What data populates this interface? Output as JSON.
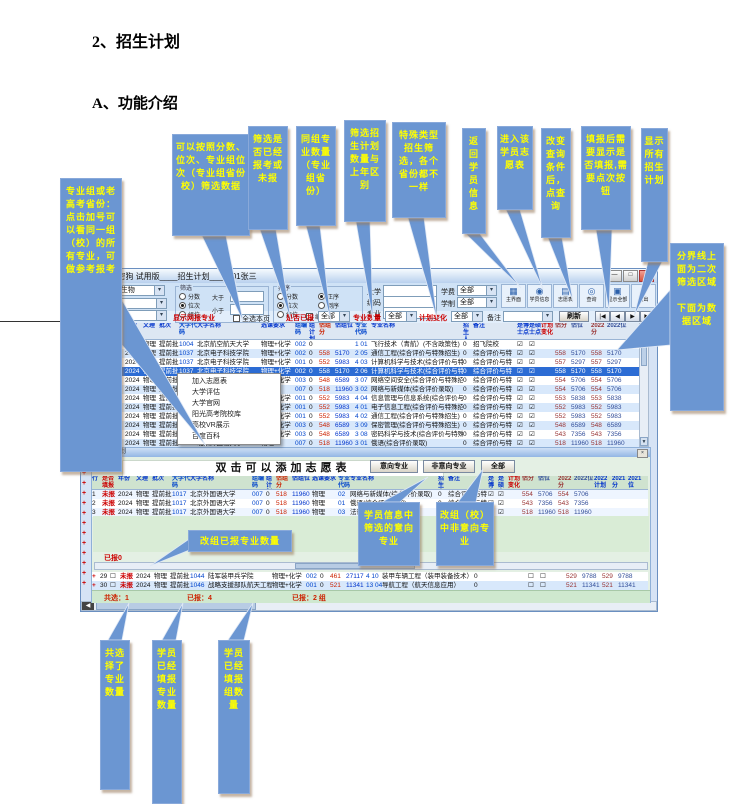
{
  "doc": {
    "heading1": "2、招生计划",
    "heading2": "A、功能介绍"
  },
  "colors": {
    "callout_bg": "#6b96d2",
    "callout_text": "#ffff00",
    "selected_row_bg": "#2c6cd4",
    "header_text_blue": "#0033cc",
    "alert_red": "#cc0000",
    "row_alt_blue": "#d8e8fb",
    "panel_green": "#d9ecd6"
  },
  "callouts": {
    "k1": "专业组或老高考省份：点击加号可以看同一组（校）的所有专业，可做参考报考",
    "k2": "可以按照分数、位次、专业组位次（专业组省份校）筛选数据",
    "k3": "筛选是否已经报考或未报",
    "k4": "同组专业数量（专业组省份）",
    "k5": "筛选招生计划数量与上年区别",
    "k6": "特殊类型招生筛选，各个省份都不一样",
    "k7": "返回学员信息",
    "k8": "进入该学员志愿表",
    "k9": "改变查询条件后，点查询",
    "k10": "填报后需要显示是否填报,需要点次按钮",
    "k11": "显示所有招生计划",
    "k12": "分界线上面为二次筛选区域\n\n下面为数据区域",
    "k13": "改组已报专业数量",
    "k14": "学员信息中筛选的意向专业",
    "k15": "改组（校）中非意向专业",
    "k16": "共选择了专业数量",
    "k17": "学员已经填报专业数量",
    "k18": "学员已经填报组数量"
  },
  "app": {
    "title": "理_加密狗 试用版____招生计划___0001张三",
    "controls": {
      "min": "—",
      "max": "□",
      "close": "×"
    },
    "filters": {
      "subject": "理 化学 生物",
      "group_combo": "全部",
      "batch_combo": "全部",
      "filter_group": {
        "title": "筛选",
        "radios": [
          "分数",
          "位次",
          "组位"
        ],
        "gt": "大于",
        "lt": "小于"
      },
      "sort_group": {
        "title": "排序",
        "radios": [
          "分数",
          "位次",
          "组位"
        ],
        "orders": [
          "正序",
          "倒序"
        ],
        "number_exclude": "编号排除"
      },
      "university_label": "大学",
      "code_label": "编码",
      "major_label": "专业",
      "tuition_label": "学费",
      "tuition_value": "全部",
      "duration_label": "学制",
      "duration_value": "全部",
      "buttons": [
        "主界面",
        "学员信息",
        "志愿表",
        "查询",
        "显示全部",
        "退出"
      ],
      "icons": [
        "▦",
        "◉",
        "▤",
        "◎",
        "▣",
        "►"
      ],
      "refresh": "刷新",
      "nav": [
        "|◀",
        "◀",
        "▶",
        "▶|"
      ],
      "show_filed": "显示网报专业",
      "select_all_page": "全选本页",
      "filed_label": "是否已报",
      "filed_value": "全部",
      "major_count_label": "专业数量",
      "major_count_value": "全部",
      "plan_change_label": "计划变化",
      "plan_change_value": "全部",
      "remark_label": "备注"
    },
    "table1": {
      "headers": [
        "",
        "行",
        "选",
        "是否填报",
        "年份",
        "文理",
        "批次",
        "大学代码",
        "大学名称",
        "选课要求",
        "组编码",
        "组计划",
        "估组分",
        "估组位",
        "专业代码",
        "专业名称",
        "招生人数",
        "备注",
        "是博士点",
        "是硕士点",
        "计划变化",
        "估分",
        "估位",
        "2022分",
        "2022位"
      ],
      "rows": [
        {
          "c": [
            "+",
            "1",
            "☐",
            "未报",
            "2024",
            "物理",
            "提前批",
            "1004",
            "北京航空航天大学",
            "物理+化学",
            "002",
            "0",
            "",
            "",
            "1 01",
            "飞行技术（青航）(不含政策性)",
            "0",
            "招飞院校",
            "☑",
            "☑",
            "",
            "",
            "",
            "",
            ""
          ]
        },
        {
          "c": [
            "+",
            "2",
            "☑",
            "未报",
            "2024",
            "物理",
            "提前批",
            "1037",
            "北京电子科技学院",
            "物理+化学",
            "002",
            "0",
            "558",
            "5170",
            "2 05",
            "通信工程(综合评价与特殊招生)",
            "0",
            "综合评价与特",
            "☑",
            "☑",
            "",
            "558",
            "5170",
            "558",
            "5170"
          ]
        },
        {
          "c": [
            "+",
            "3",
            "☑",
            "未报",
            "2024",
            "物理",
            "提前批",
            "1037",
            "北京电子科技学院",
            "物理+化学",
            "001",
            "0",
            "552",
            "5983",
            "4 03",
            "计算机科学与技术(综合评价与特殊)",
            "0",
            "综合评价与特",
            "☑",
            "☑",
            "",
            "557",
            "5297",
            "557",
            "5297"
          ]
        },
        {
          "cls": "sel",
          "c": [
            "+",
            "4",
            "☑",
            "未报",
            "2024",
            "物理",
            "提前批",
            "1037",
            "北京电子科技学院",
            "物理+化学",
            "002",
            "0",
            "558",
            "5170",
            "2 06",
            "计算机科学与技术(综合评价与特殊)",
            "0",
            "综合评价与特",
            "☑",
            "☑",
            "",
            "558",
            "5170",
            "558",
            "5170"
          ]
        },
        {
          "c": [
            "+",
            "5",
            "☐",
            "未报",
            "2024",
            "物理",
            "提前批",
            "1037",
            "北京电子科技学院",
            "物理+化学",
            "003",
            "0",
            "548",
            "6589",
            "3 07",
            "网络空间安全(综合评价与特殊招生)",
            "0",
            "综合评价与特",
            "☑",
            "☑",
            "",
            "554",
            "5706",
            "554",
            "5706"
          ]
        },
        {
          "c": [
            "+",
            "6",
            "☐",
            "未报",
            "2024",
            "物理",
            "提前批",
            "1017",
            "北京外国语大学",
            "物理",
            "007",
            "0",
            "518",
            "11960",
            "3 02",
            "网络与新媒体(综合评价录取)",
            "0",
            "综合评价与特",
            "☑",
            "☑",
            "",
            "554",
            "5706",
            "554",
            "5706"
          ]
        },
        {
          "c": [
            "+",
            "7",
            "☐",
            "未报",
            "2024",
            "物理",
            "提前批",
            "1037",
            "北京电子科技学院",
            "物理+化学",
            "001",
            "0",
            "552",
            "5983",
            "4 04",
            "信息管理与信息系统(综合评价与特)",
            "0",
            "综合评价与特",
            "☑",
            "☑",
            "",
            "553",
            "5838",
            "553",
            "5838"
          ]
        },
        {
          "c": [
            "+",
            "8",
            "☐",
            "未报",
            "2024",
            "物理",
            "提前批",
            "1037",
            "北京电子科技学院",
            "物理+化学",
            "001",
            "0",
            "552",
            "5983",
            "4 01",
            "电子信息工程(综合评价与特殊招生)",
            "0",
            "综合评价与特",
            "☑",
            "☑",
            "",
            "552",
            "5983",
            "552",
            "5983"
          ]
        },
        {
          "c": [
            "+",
            "9",
            "☐",
            "未报",
            "2024",
            "物理",
            "提前批",
            "1037",
            "北京电子科技学院",
            "物理+化学",
            "001",
            "0",
            "552",
            "5983",
            "4 02",
            "通信工程(综合评价与特殊招生)",
            "0",
            "综合评价与特",
            "☑",
            "☑",
            "",
            "552",
            "5983",
            "552",
            "5983"
          ]
        },
        {
          "c": [
            "+",
            "10",
            "☐",
            "未报",
            "2024",
            "物理",
            "提前批",
            "1037",
            "北京电子科技学院",
            "物理+化学",
            "003",
            "0",
            "548",
            "6589",
            "3 09",
            "保密管理(综合评价与特殊招生)",
            "0",
            "综合评价与特",
            "☑",
            "☑",
            "",
            "548",
            "6589",
            "548",
            "6589"
          ]
        },
        {
          "c": [
            "+",
            "11",
            "☐",
            "未报",
            "2024",
            "物理",
            "提前批",
            "1037",
            "北京电子科技学院",
            "物理+化学",
            "003",
            "0",
            "548",
            "6589",
            "3 08",
            "密码科学与技术(综合评价与特殊招生)",
            "0",
            "综合评价与特",
            "☑",
            "☑",
            "",
            "543",
            "7356",
            "543",
            "7356"
          ]
        },
        {
          "c": [
            "+",
            "12",
            "☐",
            "未报",
            "2024",
            "物理",
            "提前批",
            "1017",
            "北京外国语大学",
            "物理",
            "007",
            "0",
            "518",
            "11960",
            "3 01",
            "俄语(综合评价录取)",
            "0",
            "综合评价与特",
            "☑",
            "☑",
            "",
            "518",
            "11960",
            "518",
            "11960"
          ]
        }
      ]
    },
    "context_menu": {
      "items": [
        "加入志愿表",
        "大学评估",
        "大学官网",
        "阳光高考院校库",
        "高校VR展示",
        "百度百科"
      ]
    },
    "plus_strip": [
      [
        "+"
      ],
      [
        "+"
      ],
      [
        "+"
      ],
      [
        "+"
      ],
      [
        "+"
      ],
      [
        "+"
      ],
      [
        "+"
      ],
      [
        "+"
      ],
      [
        "+"
      ],
      [
        "+"
      ],
      [
        "+"
      ],
      [
        "+"
      ],
      [
        "+"
      ],
      [
        "+"
      ]
    ],
    "panel2": {
      "title": "招生计划",
      "close": "×",
      "hint": "双击可以添加志愿表",
      "btn_intent": "意向专业",
      "btn_not_intent": "非意向专业",
      "btn_all": "全部",
      "table": {
        "headers": [
          "行",
          "是否填报",
          "年份",
          "文理",
          "批次",
          "大学代码",
          "大学名称",
          "组编码",
          "组计划",
          "估组分",
          "估组位",
          "选课要求",
          "专业代码",
          "专业名称",
          "招生人数",
          "备注",
          "是博士点",
          "是硕士点",
          "计划变化",
          "估分",
          "估位",
          "2022分",
          "2022位",
          "2022计划",
          "2021分",
          "2021位"
        ],
        "rows": [
          {
            "c": [
              "1",
              "未报",
              "2024",
              "物理",
              "提前批",
              "1017",
              "北京外国语大学",
              "007",
              "0",
              "518",
              "11960",
              "物理",
              "02",
              "网络与新媒体(综合评价录取)",
              "0",
              "综合评价与特",
              "☑",
              "☑",
              "",
              "554",
              "5706",
              "554",
              "5706",
              "",
              "",
              ""
            ]
          },
          {
            "c": [
              "2",
              "未报",
              "2024",
              "物理",
              "提前批",
              "1017",
              "北京外国语大学",
              "007",
              "0",
              "518",
              "11960",
              "物理",
              "01",
              "俄语(综合评价录取)",
              "0",
              "综合评价与特",
              "☑",
              "☑",
              "",
              "543",
              "7356",
              "543",
              "7356",
              "",
              "",
              ""
            ]
          },
          {
            "c": [
              "3",
              "未报",
              "2024",
              "物理",
              "提前批",
              "1017",
              "北京外国语大学",
              "007",
              "0",
              "518",
              "11960",
              "物理",
              "03",
              "法语(综合评价录取)",
              "0",
              "综合评价与特",
              "☑",
              "☑",
              "",
              "518",
              "11960",
              "518",
              "11960",
              "",
              "",
              ""
            ]
          }
        ]
      },
      "filed_zero": "已报0",
      "bottom_rows": [
        {
          "c": [
            "+",
            "29",
            "☐",
            "未报",
            "2024",
            "物理",
            "提前批",
            "1044",
            "陆军装甲兵学院",
            "物理+化学",
            "002",
            "0",
            "461",
            "27117",
            "4 10",
            "装甲车辆工程（装甲装备技术）",
            "0",
            "",
            "☐",
            "☐",
            "",
            "529",
            "9788",
            "529",
            "9788"
          ]
        },
        {
          "c": [
            "+",
            "30",
            "☐",
            "未报",
            "2024",
            "物理",
            "提前批",
            "1046",
            "战略支援部队航天工程大学(",
            "物理+化学",
            "001",
            "0",
            "521",
            "11341",
            "13 04",
            "导航工程（航天信息应用）",
            "0",
            "",
            "☐",
            "☐",
            "",
            "521",
            "11341",
            "521",
            "11341"
          ]
        }
      ],
      "status": {
        "selected": "共选：1",
        "filed": "已报：4",
        "filed_group": "已报：2 组"
      }
    }
  }
}
